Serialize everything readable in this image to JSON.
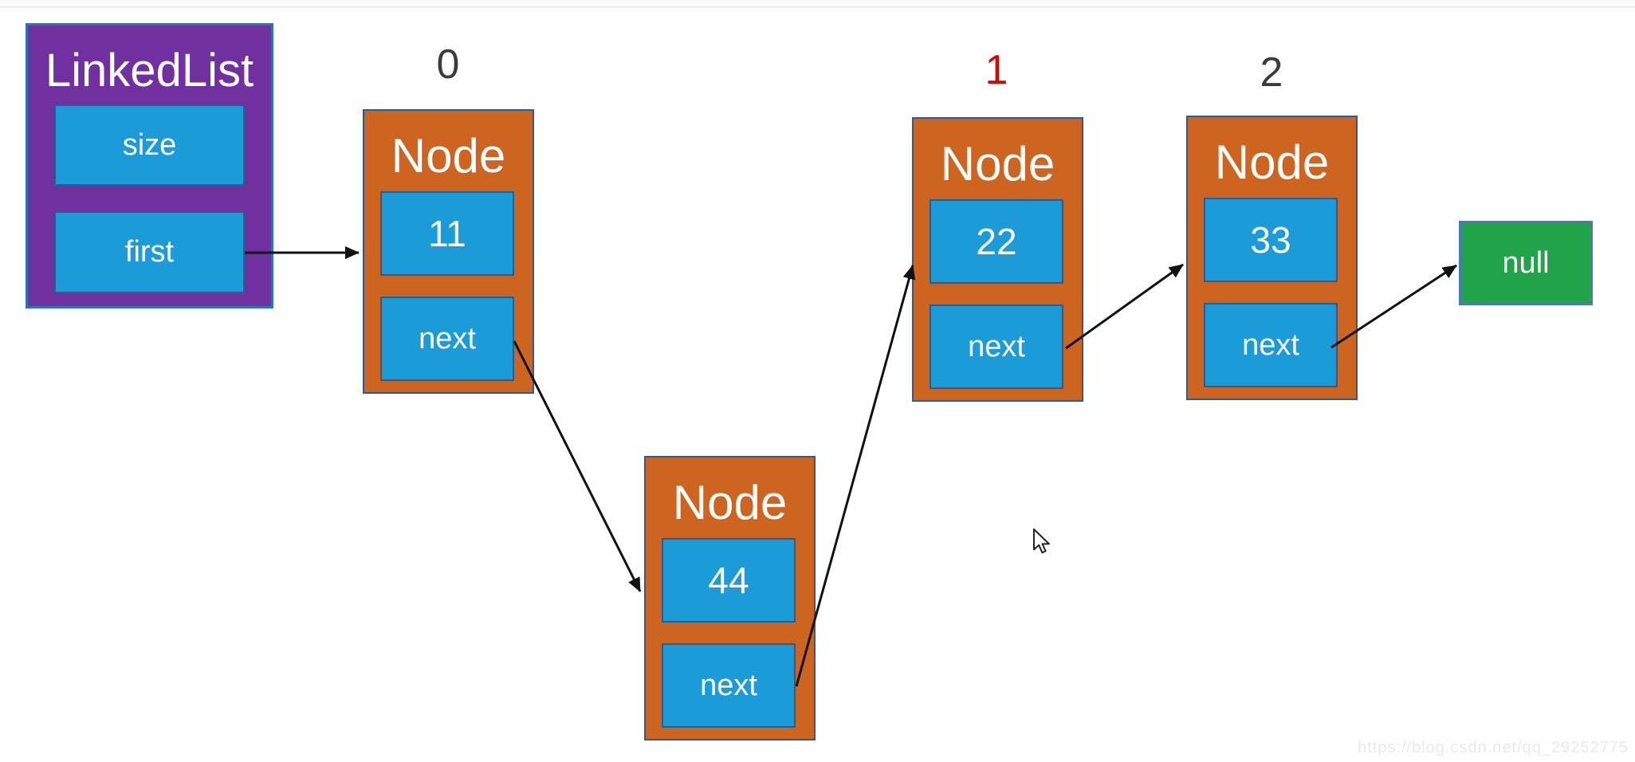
{
  "diagram": {
    "description": "Singly linked list structure diagram: a LinkedList object whose first pointer references a chain of Node objects, with a new node (44) being inserted between index 0 and index 1, ending in null."
  },
  "linkedlist": {
    "title": "LinkedList",
    "fields": [
      {
        "label": "size"
      },
      {
        "label": "first"
      }
    ]
  },
  "nodes": [
    {
      "id": "node-0",
      "title": "Node",
      "value": "11",
      "next_label": "next",
      "index_label": "0"
    },
    {
      "id": "node-1",
      "title": "Node",
      "value": "22",
      "next_label": "next",
      "index_label": "1"
    },
    {
      "id": "node-2",
      "title": "Node",
      "value": "33",
      "next_label": "next",
      "index_label": "2"
    },
    {
      "id": "node-new",
      "title": "Node",
      "value": "44",
      "next_label": "next",
      "index_label": ""
    }
  ],
  "index_labels": [
    {
      "text": "0",
      "color": "#3b3b3b"
    },
    {
      "text": "1",
      "color": "#ce0b0b"
    },
    {
      "text": "2",
      "color": "#3b3b3b"
    }
  ],
  "null_box": {
    "label": "null"
  },
  "edges": [
    {
      "from": "linkedlist.first",
      "to": "node-0"
    },
    {
      "from": "node-0.next",
      "to": "node-new"
    },
    {
      "from": "node-new.next",
      "to": "node-1"
    },
    {
      "from": "node-1.next",
      "to": "node-2"
    },
    {
      "from": "node-2.next",
      "to": "null"
    }
  ],
  "colors": {
    "background": "#ffffff",
    "linkedlist_fill": "#7030a0",
    "node_fill": "#cd6420",
    "cell_fill": "#1b9cd8",
    "null_fill": "#21a34a",
    "box_border": "#2a5d8f",
    "arrow": "#111111",
    "index_default": "#3b3b3b",
    "index_highlight": "#ce0b0b",
    "watermark": "#e9e9eb"
  },
  "watermark": {
    "text": "https://blog.csdn.net/qq_29252775"
  }
}
